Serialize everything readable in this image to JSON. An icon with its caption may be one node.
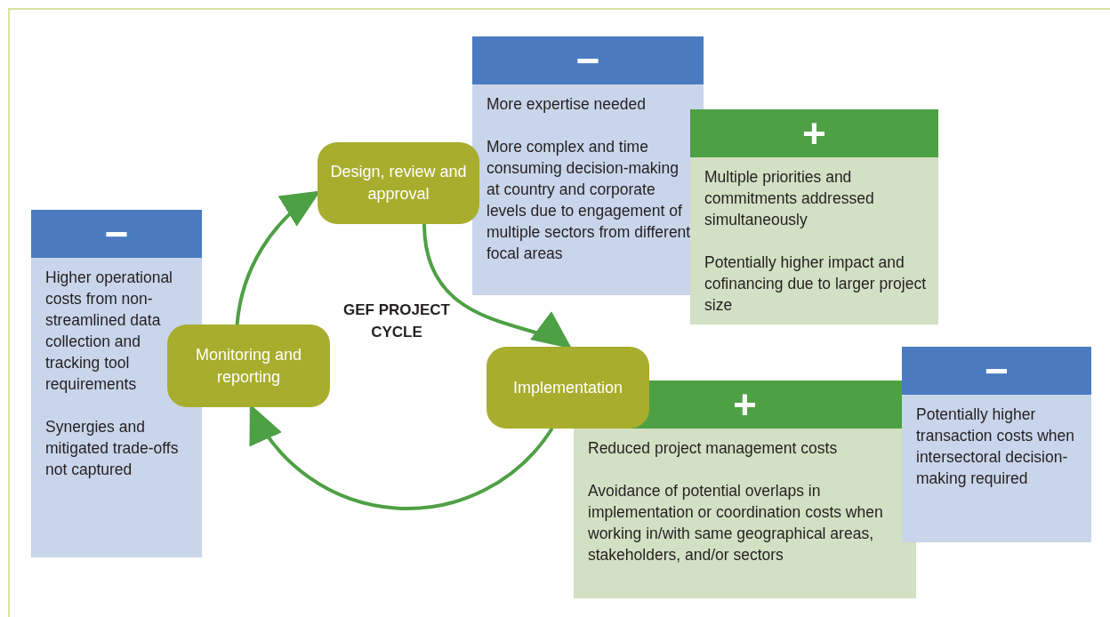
{
  "diagram": {
    "nodes": [
      {
        "text": [
          "Design, review and approval"
        ]
      },
      {
        "text": [
          "Implementation"
        ]
      },
      {
        "text": [
          "Monitoring and reporting"
        ]
      },
      {
        "text": [
          "−",
          "More expertise needed",
          "More complex and time consuming decision-making at country and corporate levels due to engagement of multiple sectors from different focal areas"
        ]
      },
      {
        "text": [
          "+",
          "Multiple priorities and commitments addressed simultaneously",
          "Potentially higher impact and cofinancing due to larger project size"
        ]
      },
      {
        "text": [
          "−",
          "Higher operational costs from non-streamlined data collection and tracking tool requirements",
          "Synergies and mitigated trade-offs not captured"
        ]
      },
      {
        "text": [
          "+",
          "Reduced project management costs",
          "Avoidance of potential overlaps in implementation or coordination costs when working in/with same geographical areas, stakeholders, and/or sectors"
        ]
      },
      {
        "text": [
          "−",
          "Potentially higher transaction costs when intersectoral decision-making required"
        ]
      }
    ],
    "edges": [
      {
        "from": 2,
        "to": 0,
        "arrow": "to"
      },
      {
        "from": 0,
        "to": 1,
        "arrow": "to"
      },
      {
        "from": 1,
        "to": 2,
        "arrow": "to"
      }
    ],
    "labels": [
      "GEF PROJECT CYCLE"
    ]
  }
}
